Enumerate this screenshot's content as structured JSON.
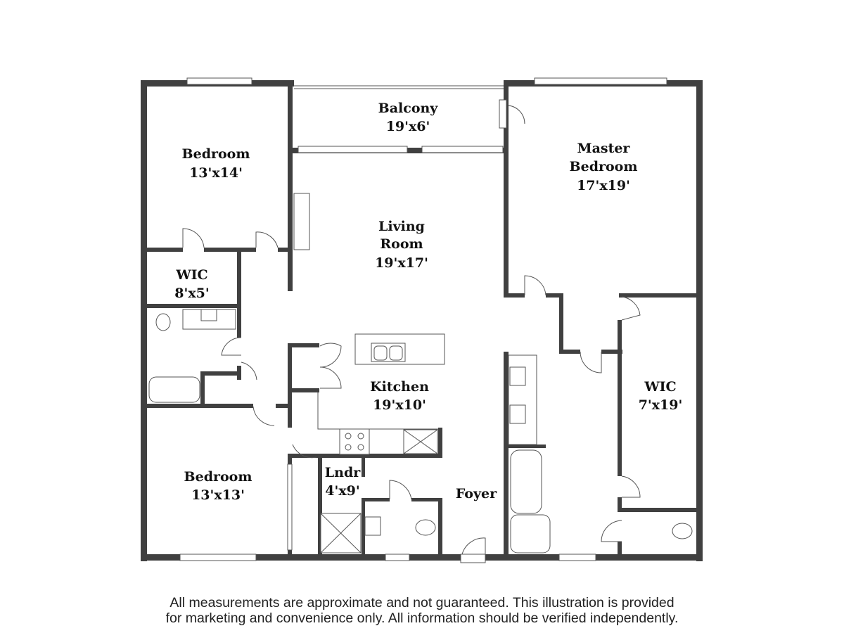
{
  "rooms": {
    "bedroom1": {
      "name": "Bedroom",
      "size": "13'x14'"
    },
    "balcony": {
      "name": "Balcony",
      "size": "19'x6'"
    },
    "master": {
      "name1": "Master",
      "name2": "Bedroom",
      "size": "17'x19'"
    },
    "living": {
      "name1": "Living",
      "name2": "Room",
      "size": "19'x17'"
    },
    "wic1": {
      "name": "WIC",
      "size": "8'x5'"
    },
    "kitchen": {
      "name": "Kitchen",
      "size": "19'x10'"
    },
    "wic2": {
      "name": "WIC",
      "size": "7'x19'"
    },
    "bedroom2": {
      "name": "Bedroom",
      "size": "13'x13'"
    },
    "laundry": {
      "name": "Lndr",
      "size": "4'x9'"
    },
    "foyer": {
      "name": "Foyer"
    }
  },
  "disclaimer": {
    "line1": "All measurements are approximate and not guaranteed. This illustration is provided",
    "line2": "for marketing and convenience only. All information should be verified independently."
  },
  "colors": {
    "wall": "#404040"
  }
}
